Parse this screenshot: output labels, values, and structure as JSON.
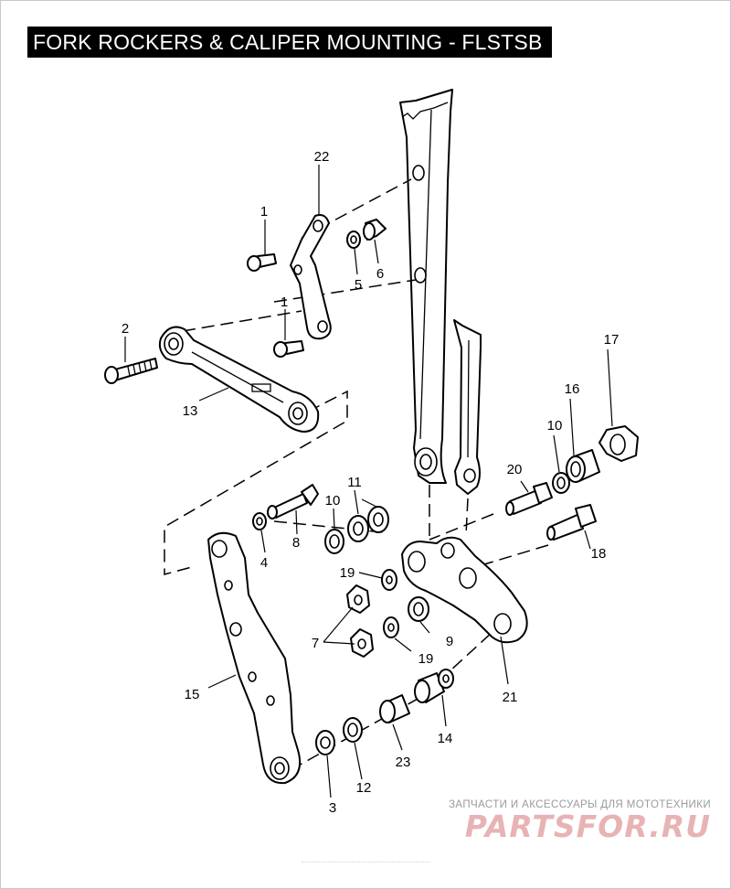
{
  "title": "FORK ROCKERS & CALIPER MOUNTING - FLSTSB",
  "callouts": {
    "c1a": "1",
    "c1b": "1",
    "c2": "2",
    "c3": "3",
    "c4": "4",
    "c5": "5",
    "c6": "6",
    "c7": "7",
    "c8": "8",
    "c9": "9",
    "c10a": "10",
    "c10b": "10",
    "c11": "11",
    "c12": "12",
    "c13": "13",
    "c14": "14",
    "c15": "15",
    "c16": "16",
    "c17": "17",
    "c18": "18",
    "c19a": "19",
    "c19b": "19",
    "c20": "20",
    "c21": "21",
    "c22": "22",
    "c23": "23"
  },
  "watermark": {
    "caption": "ЗАПЧАСТИ И АКСЕССУАРЫ ДЛЯ МОТОТЕХНИКИ",
    "logo": "PARTSFOR.RU"
  }
}
